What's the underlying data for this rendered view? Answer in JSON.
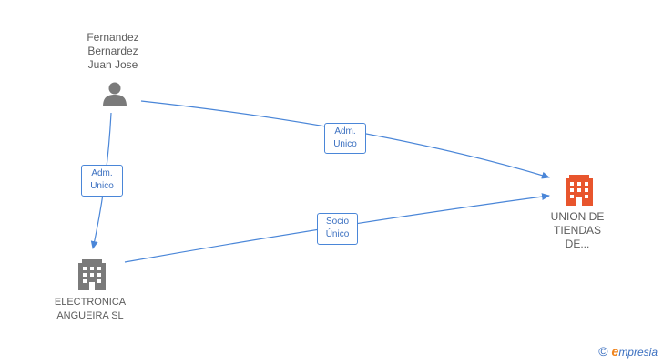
{
  "nodes": {
    "person": {
      "lines": [
        "Fernandez",
        "Bernardez",
        "Juan Jose"
      ]
    },
    "union": {
      "lines": [
        "UNION DE",
        "TIENDAS",
        "DE..."
      ]
    },
    "electronica": {
      "lines": [
        "ELECTRONICA",
        "ANGUEIRA SL"
      ]
    }
  },
  "edges": {
    "person_to_union": {
      "lines": [
        "Adm.",
        "Unico"
      ]
    },
    "person_to_electronica": {
      "lines": [
        "Adm.",
        "Unico"
      ]
    },
    "electronica_to_union": {
      "lines": [
        "Socio",
        "Único"
      ]
    }
  },
  "watermark": {
    "copyright": "©",
    "brand_initial": "e",
    "brand_rest": "mpresia"
  },
  "colors": {
    "edge": "#4a86d8",
    "person_icon": "#7a7a7a",
    "company_icon": "#7a7a7a",
    "highlight_company_icon": "#e8552d",
    "label_text": "#5c5c5c"
  }
}
